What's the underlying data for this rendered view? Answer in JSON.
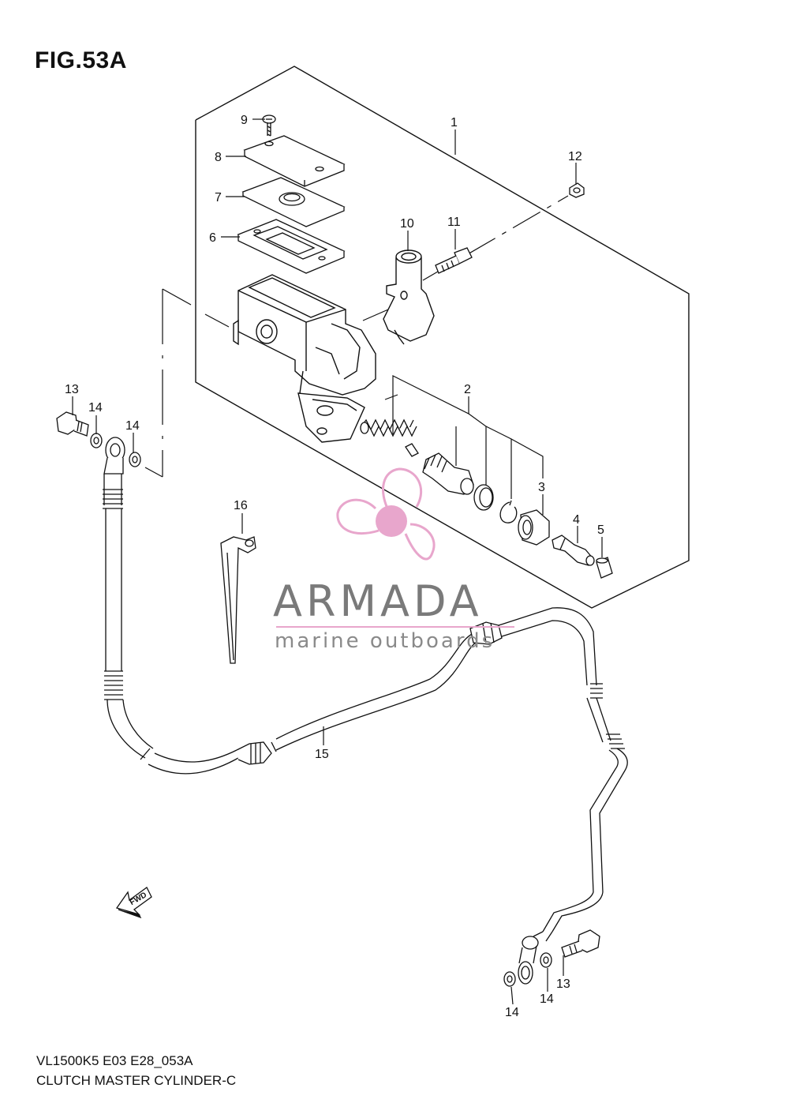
{
  "figure": {
    "title": "FIG.53A",
    "model_code": "VL1500K5 E03 E28_053A",
    "caption": "CLUTCH MASTER CYLINDER-C"
  },
  "callouts": [
    "1",
    "2",
    "3",
    "4",
    "5",
    "6",
    "7",
    "8",
    "9",
    "10",
    "11",
    "12",
    "13",
    "13",
    "14",
    "14",
    "14",
    "14",
    "15",
    "16"
  ],
  "watermark": {
    "name": "ARMADA",
    "tagline": "marine outboards",
    "color_logo": "#e8a6cc",
    "color_text": "#7a7a7a"
  },
  "fwd_label": "FWD",
  "colors": {
    "line": "#111111",
    "background": "#ffffff"
  }
}
